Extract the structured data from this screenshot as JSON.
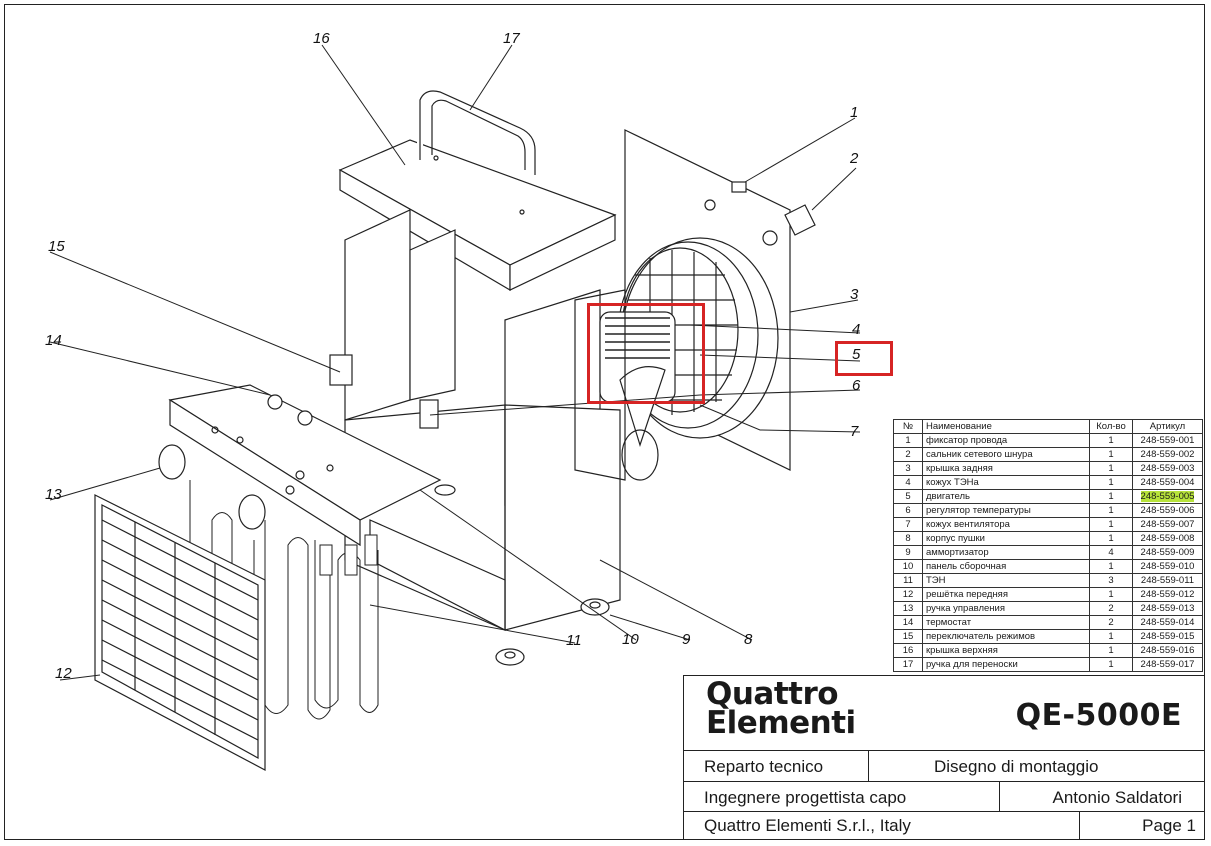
{
  "callouts": [
    "1",
    "2",
    "3",
    "4",
    "5",
    "6",
    "7",
    "8",
    "9",
    "10",
    "11",
    "12",
    "13",
    "14",
    "15",
    "16",
    "17"
  ],
  "table": {
    "headers": [
      "№",
      "Наименование",
      "Кол-во",
      "Артикул"
    ],
    "rows": [
      [
        "1",
        "фиксатор провода",
        "1",
        "248-559-001"
      ],
      [
        "2",
        "сальник сетевого шнура",
        "1",
        "248-559-002"
      ],
      [
        "3",
        "крышка задняя",
        "1",
        "248-559-003"
      ],
      [
        "4",
        "кожух ТЭНа",
        "1",
        "248-559-004"
      ],
      [
        "5",
        "двигатель",
        "1",
        "248-559-005"
      ],
      [
        "6",
        "регулятор температуры",
        "1",
        "248-559-006"
      ],
      [
        "7",
        "кожух вентилятора",
        "1",
        "248-559-007"
      ],
      [
        "8",
        "корпус пушки",
        "1",
        "248-559-008"
      ],
      [
        "9",
        "аммортизатор",
        "4",
        "248-559-009"
      ],
      [
        "10",
        "панель сборочная",
        "1",
        "248-559-010"
      ],
      [
        "11",
        "ТЭН",
        "3",
        "248-559-011"
      ],
      [
        "12",
        "решётка передняя",
        "1",
        "248-559-012"
      ],
      [
        "13",
        "ручка управления",
        "2",
        "248-559-013"
      ],
      [
        "14",
        "термостат",
        "2",
        "248-559-014"
      ],
      [
        "15",
        "переключатель режимов",
        "1",
        "248-559-015"
      ],
      [
        "16",
        "крышка верхняя",
        "1",
        "248-559-016"
      ],
      [
        "17",
        "ручка для переноски",
        "1",
        "248-559-017"
      ]
    ],
    "highlight_row": 5,
    "highlight_color": "#b7e33a"
  },
  "title_block": {
    "logo_line1": "Quattro",
    "logo_line2": "Elementi",
    "model": "QE-5000E",
    "department": "Reparto tecnico",
    "drawing_type": "Disegno di montaggio",
    "role": "Ingegnere progettista capo",
    "person": "Antonio Saldatori",
    "company": "Quattro Elementi S.r.l., Italy",
    "page": "Page 1"
  },
  "annotation_color": "#d62424"
}
